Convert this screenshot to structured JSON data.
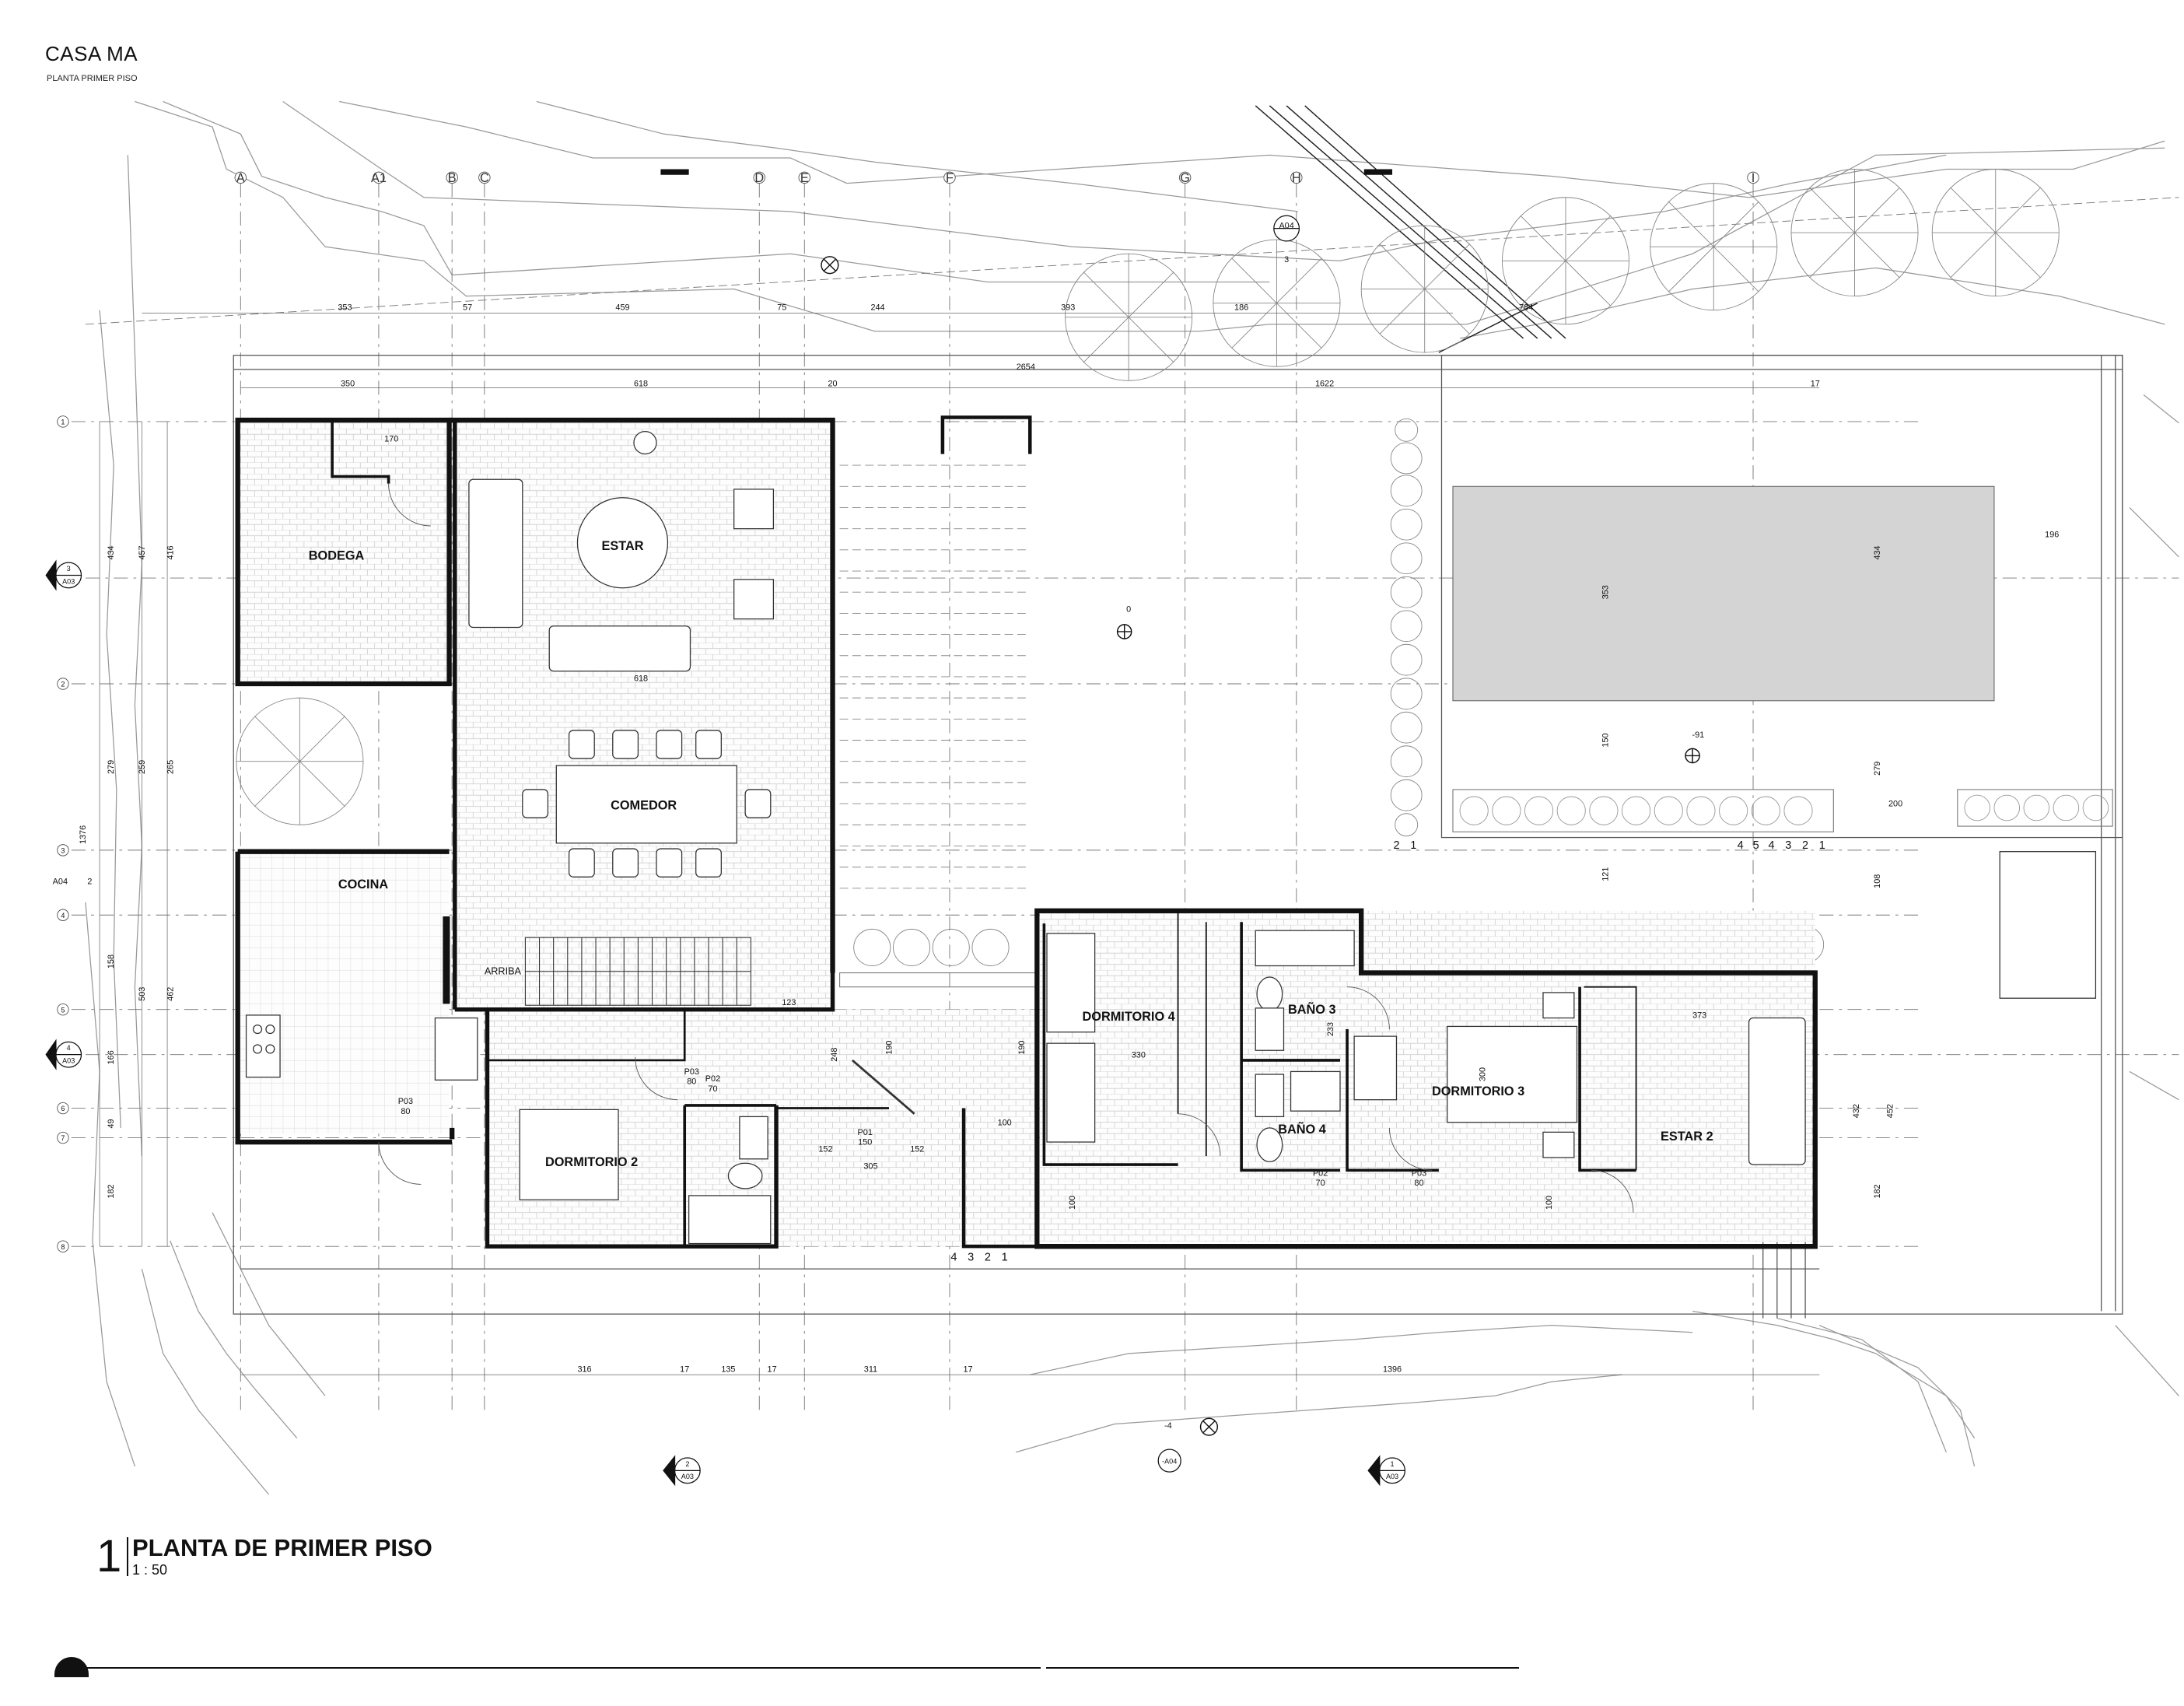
{
  "header": {
    "title": "CASA MA",
    "subtitle": "PLANTA PRIMER PISO"
  },
  "view": {
    "number": "1",
    "title": "PLANTA DE PRIMER PISO",
    "scale": "1 : 50"
  },
  "rooms": {
    "bodega": "BODEGA",
    "estar": "ESTAR",
    "comedor": "COMEDOR",
    "cocina": "COCINA",
    "dormitorio2": "DORMITORIO 2",
    "dormitorio3": "DORMITORIO 3",
    "dormitorio4": "DORMITORIO 4",
    "bano3": "BAÑO 3",
    "bano4": "BAÑO 4",
    "estar2": "ESTAR 2",
    "arriba": "ARRIBA"
  },
  "grid_labels": {
    "top": [
      "A",
      "A1",
      "B",
      "C",
      "D",
      "E",
      "F",
      "G",
      "H",
      "I"
    ],
    "left": [
      "1",
      "2",
      "3",
      "4",
      "5",
      "6",
      "7",
      "8"
    ],
    "right_group": [
      "4",
      "5",
      "4",
      "3",
      "2",
      "1"
    ],
    "bottom_group": [
      "4",
      "3",
      "2",
      "1"
    ],
    "mid_group": [
      "2",
      "1"
    ]
  },
  "dimensions": {
    "top_row1": [
      "353",
      "57",
      "459",
      "75",
      "244",
      "393",
      "186",
      "784"
    ],
    "top_row2": [
      "350",
      "618",
      "20",
      "2654",
      "1622",
      "17"
    ],
    "left_col": [
      "434",
      "457",
      "416",
      "279",
      "259",
      "265",
      "1376",
      "158",
      "503",
      "462",
      "166",
      "49",
      "182"
    ],
    "bottom_row": [
      "316",
      "17",
      "135",
      "17",
      "311",
      "17",
      "1396"
    ],
    "interior": [
      "170",
      "618",
      "196",
      "353",
      "150",
      "279",
      "434",
      "200",
      "121",
      "108",
      "233",
      "300",
      "373",
      "330",
      "123",
      "248",
      "152",
      "305",
      "152",
      "100",
      "190",
      "190",
      "432",
      "452",
      "182",
      "100",
      "100",
      "0",
      "-91",
      "-4"
    ]
  },
  "doors": {
    "p01": [
      "P01",
      "150"
    ],
    "p02a": [
      "P02",
      "70"
    ],
    "p02b": [
      "P02",
      "70"
    ],
    "p03a": [
      "P03",
      "80"
    ],
    "p03b": [
      "P03",
      "80"
    ],
    "p03c": [
      "P03",
      "80"
    ]
  },
  "section_markers": {
    "a04_top": [
      "A04",
      "3"
    ],
    "a03_left_upper": [
      "3",
      "A03"
    ],
    "a04_left": [
      "A04",
      "2"
    ],
    "a03_left_lower": [
      "4",
      "A03"
    ],
    "a03_bottom_left": [
      "2",
      "A03"
    ],
    "a04_bottom": [
      "-A04"
    ],
    "a03_bottom_right": [
      "1",
      "A03"
    ]
  }
}
